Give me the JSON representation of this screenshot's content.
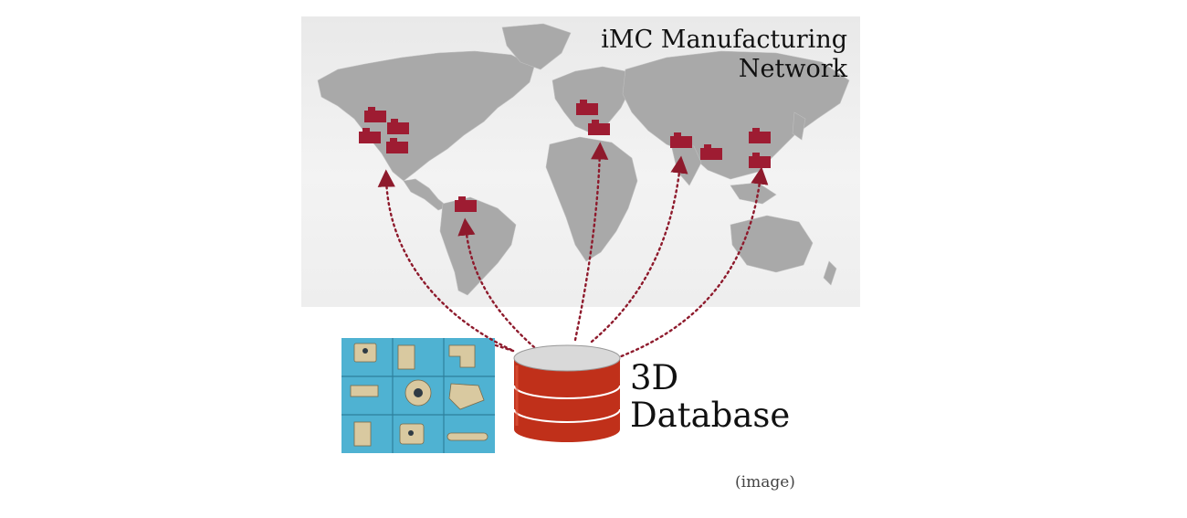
{
  "map": {
    "title_line1": "iMC Manufacturing",
    "title_line2": "Network",
    "land_color": "#a8a8a8",
    "marker_color": "#9e1c32"
  },
  "factories": [
    {
      "id": "usa-northwest"
    },
    {
      "id": "usa-north-central"
    },
    {
      "id": "usa-west"
    },
    {
      "id": "usa-central"
    },
    {
      "id": "brazil"
    },
    {
      "id": "germany"
    },
    {
      "id": "turkey"
    },
    {
      "id": "india"
    },
    {
      "id": "china"
    },
    {
      "id": "korea"
    },
    {
      "id": "japan"
    }
  ],
  "connector_color": "#8e1a2c",
  "database": {
    "label_line1": "3D",
    "label_line2": "Database",
    "color": "#c0301a"
  },
  "parts_photo": {
    "background": "#4fb2d2"
  },
  "caption": "(image)"
}
